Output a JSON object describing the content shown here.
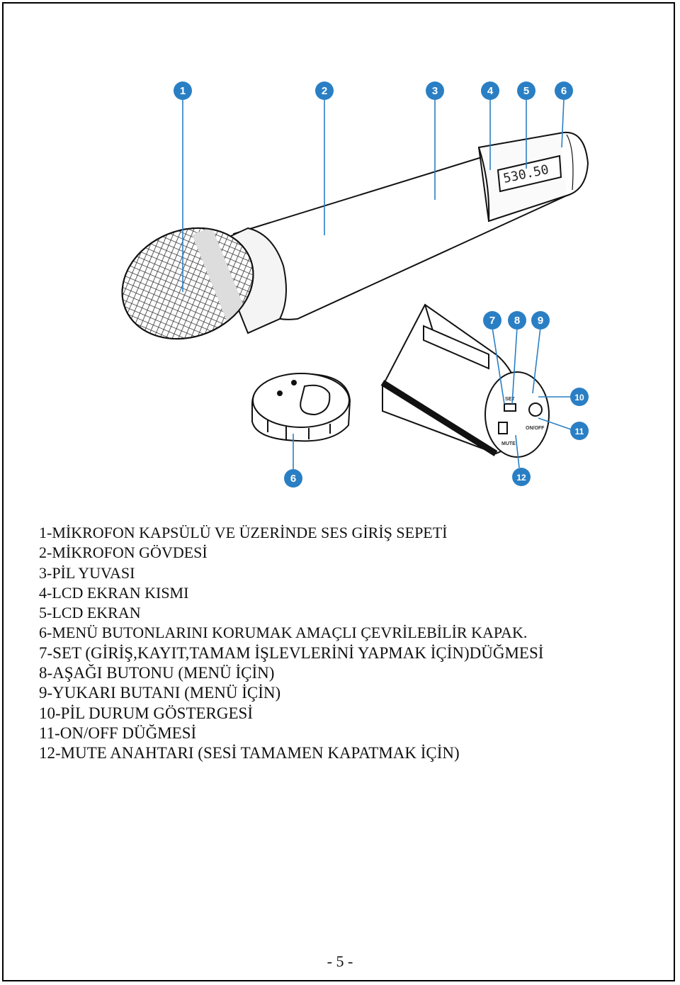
{
  "callouts": [
    "1",
    "2",
    "3",
    "4",
    "5",
    "6",
    "7",
    "8",
    "9",
    "10",
    "11",
    "12"
  ],
  "device_labels": {
    "set": "SET",
    "mute": "MUTE",
    "on_off": "ON/OFF"
  },
  "lcd_readout": "530.50",
  "legend": [
    "1-MİKROFON KAPSÜLÜ VE ÜZERİNDE SES GİRİŞ SEPETİ",
    "2-MİKROFON GÖVDESİ",
    "3-PİL YUVASI",
    "4-LCD EKRAN KISMI",
    "5-LCD EKRAN",
    "6-MENÜ BUTONLARINI KORUMAK AMAÇLI ÇEVRİLEBİLİR KAPAK.",
    "7-SET (GİRİŞ,KAYIT,TAMAM İŞLEVLERİNİ YAPMAK İÇİN)DÜĞMESİ",
    "8-AŞAĞI BUTONU (MENÜ İÇİN)",
    "9-YUKARI BUTANI (MENÜ İÇİN)",
    "10-PİL DURUM GÖSTERGESİ",
    "11-ON/OFF DÜĞMESİ",
    "12-MUTE ANAHTARI (SESİ TAMAMEN KAPATMAK İÇİN)"
  ],
  "page_number": "- 5 -",
  "colors": {
    "callout_fill": "#2a7fc4",
    "leader_line": "#2a7fc4",
    "drawing_stroke": "#111111"
  },
  "icons": {
    "illustration": "wireless-handheld-microphone-drawing",
    "cap": "rotating-cover-drawing"
  }
}
